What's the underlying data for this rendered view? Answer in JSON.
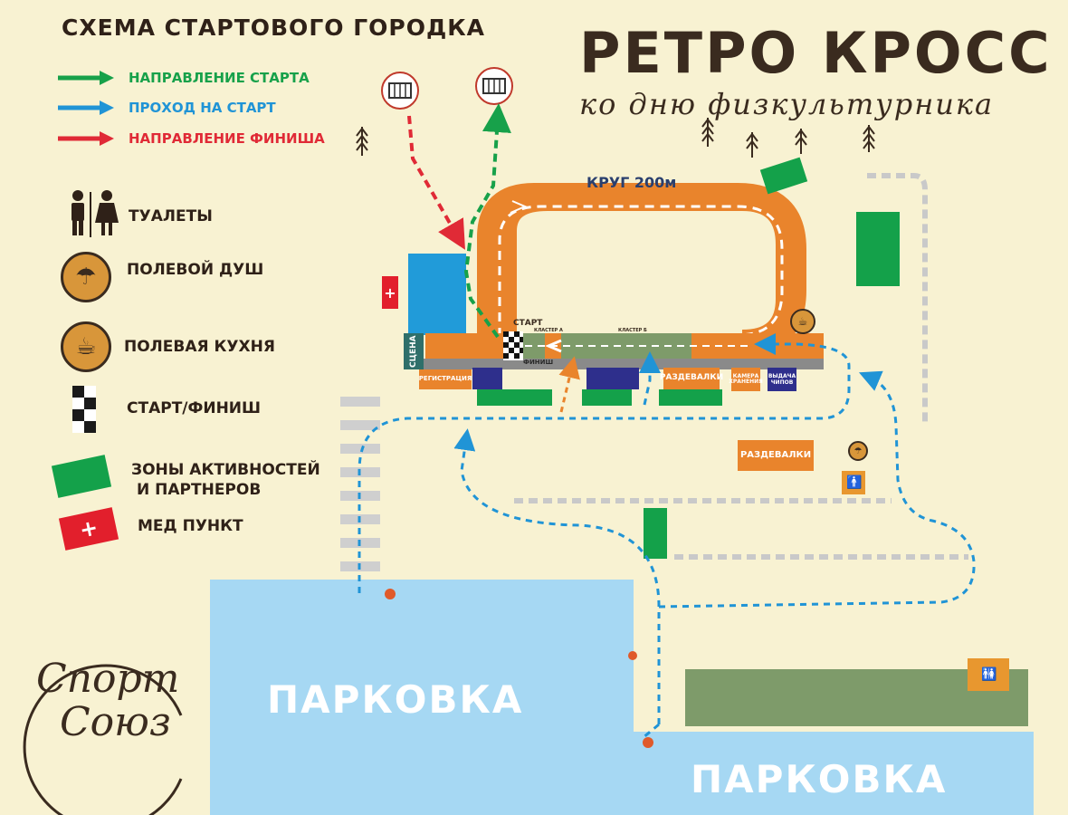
{
  "header": {
    "scheme_title": "СХЕМА СТАРТОВОГО ГОРОДКА",
    "event_title": "РЕТРО КРОСС",
    "event_subtitle": "ко дню физкультурника"
  },
  "legend": {
    "start_direction": "НАПРАВЛЕНИЕ СТАРТА",
    "start_passage": "ПРОХОД НА СТАРТ",
    "finish_direction": "НАПРАВЛЕНИЕ ФИНИША",
    "toilets": "ТУАЛЕТЫ",
    "field_shower": "ПОЛЕВОЙ ДУШ",
    "field_kitchen": "ПОЛЕВАЯ КУХНЯ",
    "start_finish": "СТАРТ/ФИНИШ",
    "activity_zones_line1": "ЗОНЫ АКТИВНОСТЕЙ",
    "activity_zones_line2": "И ПАРТНЕРОВ",
    "med_point": "МЕД ПУНКТ"
  },
  "map": {
    "track_label": "КРУГ 200м",
    "start": "СТАРТ",
    "finish": "ФИНИШ",
    "stage": "СЦЕНА",
    "cluster_a": "КЛАСТЕР А",
    "cluster_b": "КЛАСТЕР Б",
    "registration": "РЕГИСТРАЦИЯ",
    "changing_rooms": "РАЗДЕВАЛКИ",
    "storage_line1": "КАМЕРА",
    "storage_line2": "ХРАНЕНИЯ",
    "chips_line1": "ВЫДАЧА",
    "chips_line2": "ЧИПОВ",
    "changing_rooms_2": "РАЗДЕВАЛКИ",
    "parking_1": "ПАРКОВКА",
    "parking_2": "ПАРКОВКА"
  },
  "logo": {
    "line1": "Спорт",
    "line2": "Союз"
  },
  "colors": {
    "background": "#f8f2d2",
    "start_direction": "#17a14a",
    "start_passage": "#2094d6",
    "finish_direction": "#e02a36",
    "track": "#e9842c",
    "activity_zone": "#14a14a",
    "parking": "#a6d8f3",
    "med": "#e21f2c"
  },
  "icons": {
    "toilet": "toilet-icon",
    "shower": "shower-icon",
    "kitchen": "kitchen-icon",
    "checker": "checkered-flag-icon",
    "gate": "gate-icon",
    "tree": "tree-icon"
  }
}
